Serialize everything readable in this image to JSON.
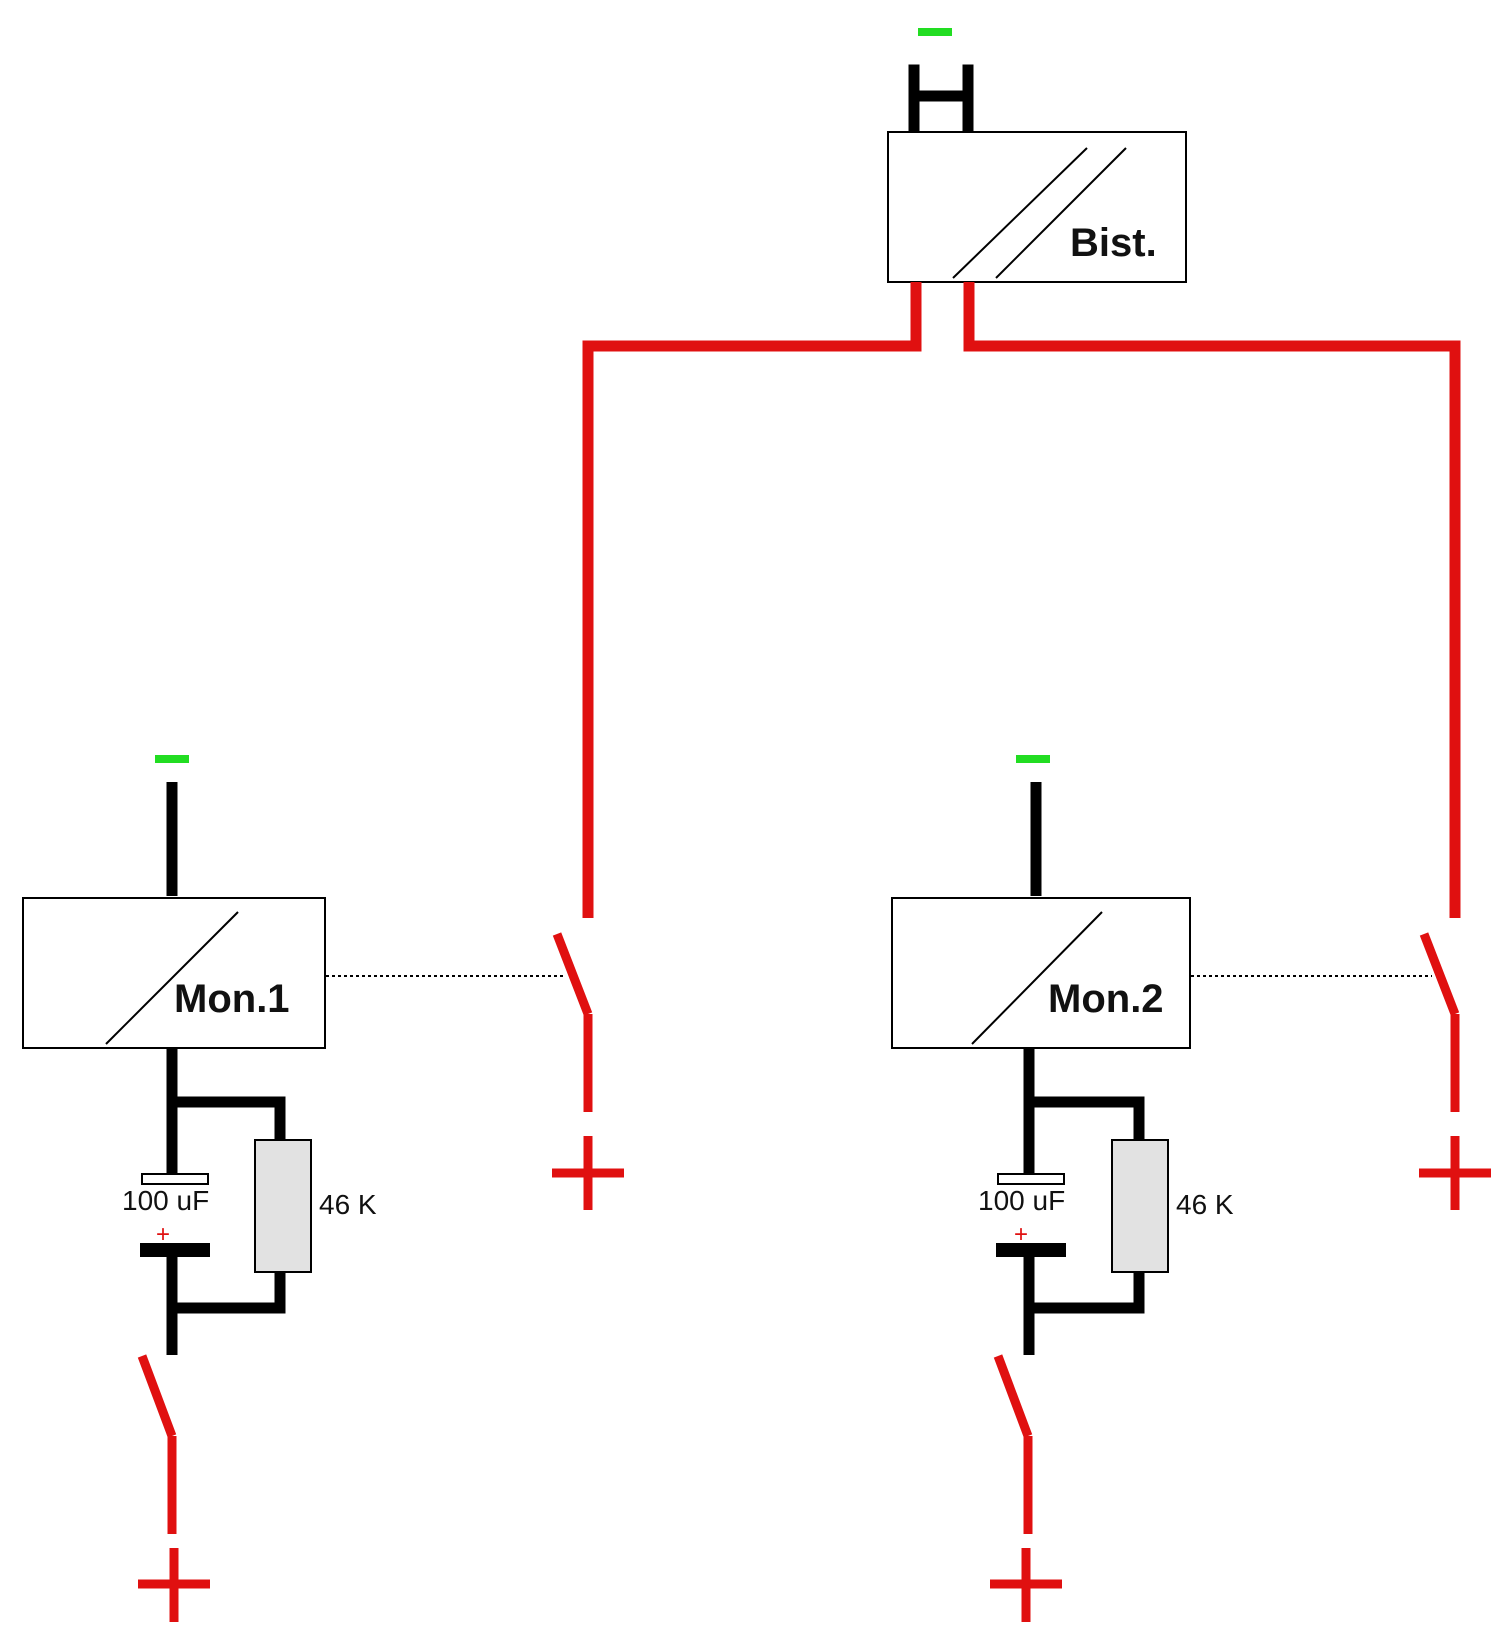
{
  "colors": {
    "wire_positive": "#e01010",
    "wire_negative": "#000000",
    "terminal_minus": "#22dd22",
    "resistor_fill": "#e2e2e2",
    "box_fill": "#ffffff"
  },
  "relays": {
    "bistable": {
      "label": "Bist."
    },
    "mono1": {
      "label": "Mon.1"
    },
    "mono2": {
      "label": "Mon.2"
    }
  },
  "components": {
    "mono1": {
      "capacitor": "100 uF",
      "cap_polarity": "+",
      "resistor": "46 K"
    },
    "mono2": {
      "capacitor": "100 uF",
      "cap_polarity": "+",
      "resistor": "46 K"
    }
  }
}
